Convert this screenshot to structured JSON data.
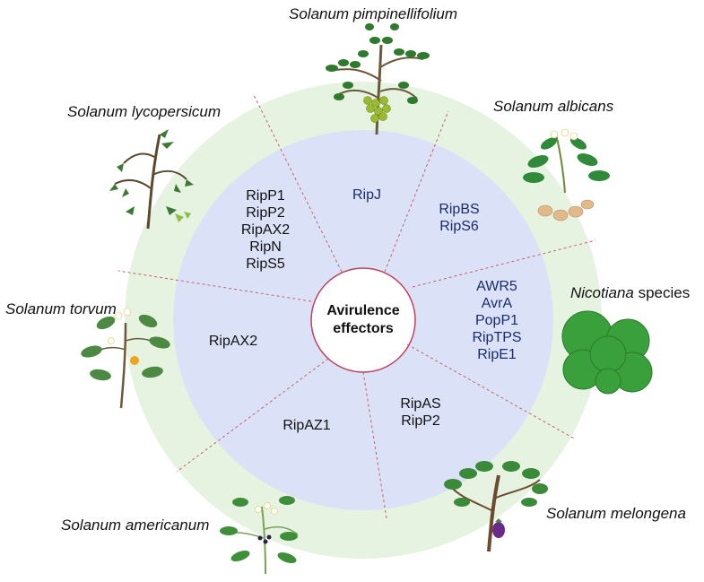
{
  "center": {
    "line1": "Avirulence",
    "line2": "effectors"
  },
  "colors": {
    "outer_ring": "#e6f3e1",
    "inner_disc": "#dbe2f7",
    "center_ring": "#c0405a",
    "divider": "#c45e6e",
    "dark_text": "#111111",
    "navy_text": "#1b2a6b"
  },
  "species": [
    {
      "name": "Solanum pimpinellifolium",
      "suffix": ""
    },
    {
      "name": "Solanum albicans",
      "suffix": ""
    },
    {
      "name": "Nicotiana",
      "suffix": " species"
    },
    {
      "name": "Solanum melongena",
      "suffix": ""
    },
    {
      "name": "Solanum americanum",
      "suffix": ""
    },
    {
      "name": "Solanum torvum",
      "suffix": ""
    },
    {
      "name": "Solanum lycopersicum",
      "suffix": ""
    }
  ],
  "effectors": {
    "lycopersicum": [
      "RipP1",
      "RipP2",
      "RipAX2",
      "RipN",
      "RipS5"
    ],
    "pimpinellifolium": [
      "RipJ"
    ],
    "albicans": [
      "RipBS",
      "RipS6"
    ],
    "nicotiana": [
      "AWR5",
      "AvrA",
      "PopP1",
      "RipTPS",
      "RipE1"
    ],
    "melongena": [
      "RipAS",
      "RipP2"
    ],
    "americanum": [
      "RipAZ1"
    ],
    "torvum": [
      "RipAX2"
    ]
  },
  "plant_icons": [
    "tomato-plant-icon",
    "currant-tomato-plant-icon",
    "albicans-plant-icon",
    "tobacco-leaves-icon",
    "eggplant-plant-icon",
    "nightshade-plant-icon",
    "torvum-plant-icon"
  ]
}
